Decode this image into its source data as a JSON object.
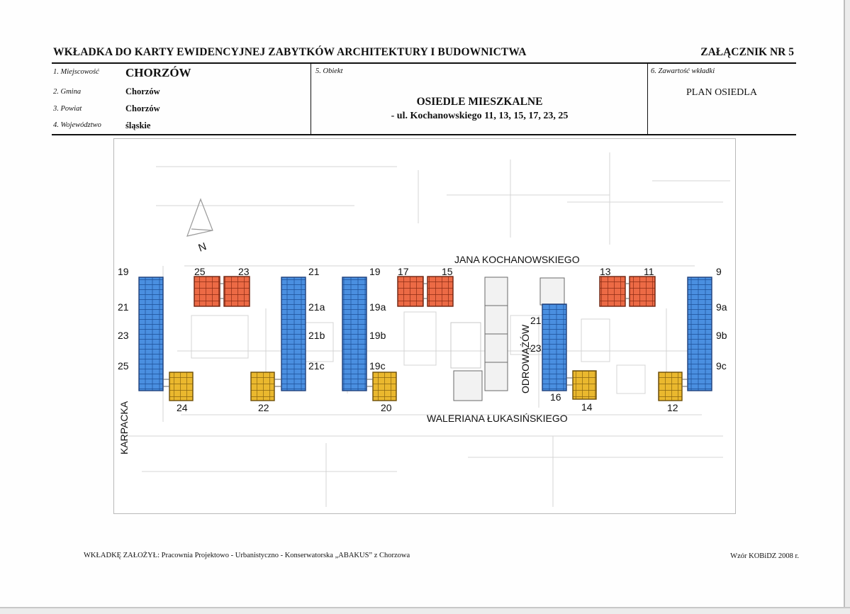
{
  "header": {
    "title": "WKŁADKA DO KARTY EWIDENCYJNEJ ZABYTKÓW ARCHITEKTURY I BUDOWNICTWA",
    "annex": "ZAŁĄCZNIK NR 5"
  },
  "fields": {
    "location": {
      "label": "1. Miejscowość",
      "value": "CHORZÓW"
    },
    "commune": {
      "label": "2. Gmina",
      "value": "Chorzów"
    },
    "county": {
      "label": "3. Powiat",
      "value": "Chorzów"
    },
    "province": {
      "label": "4. Województwo",
      "value": "śląskie"
    },
    "object": {
      "label": "5. Obiekt",
      "title": "OSIEDLE MIESZKALNE",
      "address": "- ul. Kochanowskiego 11, 13, 15, 17, 23, 25"
    },
    "content": {
      "label": "6. Zawartość wkładki",
      "value": "PLAN OSIEDLA"
    }
  },
  "map": {
    "north_symbol": "N",
    "streets": {
      "north": "JANA KOCHANOWSKIEGO",
      "south": "WALERIANA ŁUKASIŃSKIEGO",
      "west": "KARPACKA",
      "middle": "ODROWĄŻÓW"
    },
    "legend_colors": {
      "blue": "#4a8fe0",
      "red": "#ec6a45",
      "yellow": "#eab82e"
    },
    "numbers": {
      "block1_top": "19",
      "block1_r2": "21",
      "block1_r3": "23",
      "block1_r4": "25",
      "red1_left": "25",
      "red1_right": "23",
      "block2_top": "21",
      "block2_r2": "21a",
      "block2_r3": "21b",
      "block2_r4": "21c",
      "block3_top": "19",
      "block3_r2": "19a",
      "block3_r3": "19b",
      "block3_r4": "19c",
      "red2_left": "17",
      "red2_right": "15",
      "block4_r2": "21",
      "block4_r3": "23",
      "block4_bottom": "16",
      "red3_left": "13",
      "red3_right": "11",
      "block5_top": "9",
      "block5_r2": "9a",
      "block5_r3": "9b",
      "block5_r4": "9c",
      "y_24": "24",
      "y_22": "22",
      "y_20": "20",
      "y_14": "14",
      "y_12": "12"
    }
  },
  "footer": {
    "left": "WKŁADKĘ ZAŁOŻYŁ: Pracownia Projektowo - Urbanistyczno - Konserwatorska „ABAKUS” z Chorzowa",
    "right": "Wzór KOBiDZ 2008 r."
  }
}
